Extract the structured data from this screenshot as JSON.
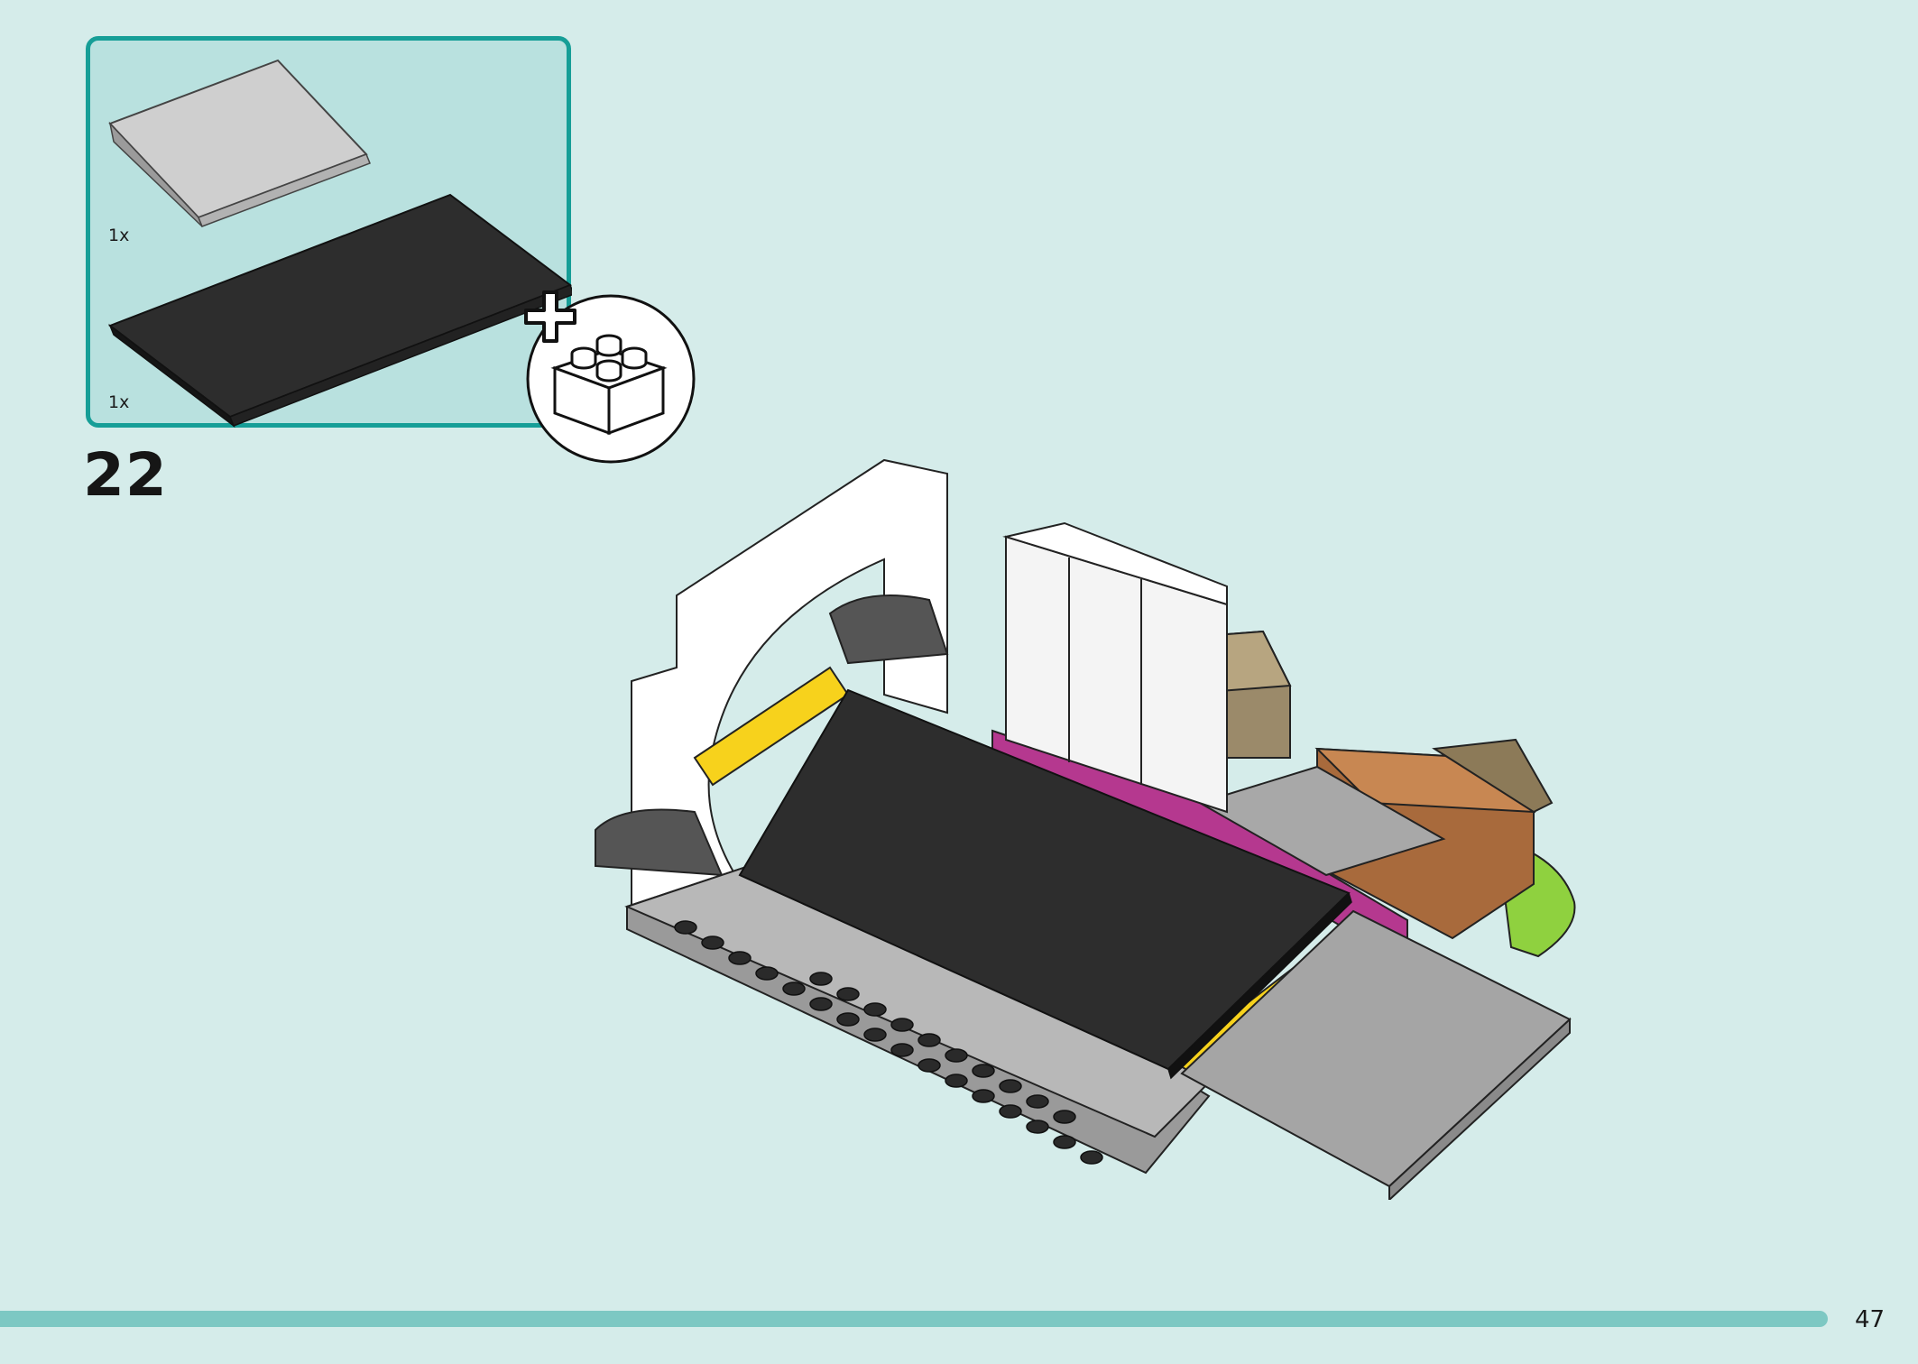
{
  "parts_box": {
    "items": [
      {
        "icon": "gray-slope-tile-icon",
        "quantity": "1x"
      },
      {
        "icon": "black-plate-icon",
        "quantity": "1x"
      }
    ]
  },
  "add_badge": {
    "icon": "add-brick-icon"
  },
  "step": {
    "number": "22"
  },
  "page": {
    "number": "47"
  },
  "colors": {
    "background": "#d5ecea",
    "parts_box_fill": "#b9e1df",
    "parts_box_border": "#169e97",
    "progress_bar": "#7dc8c3"
  }
}
